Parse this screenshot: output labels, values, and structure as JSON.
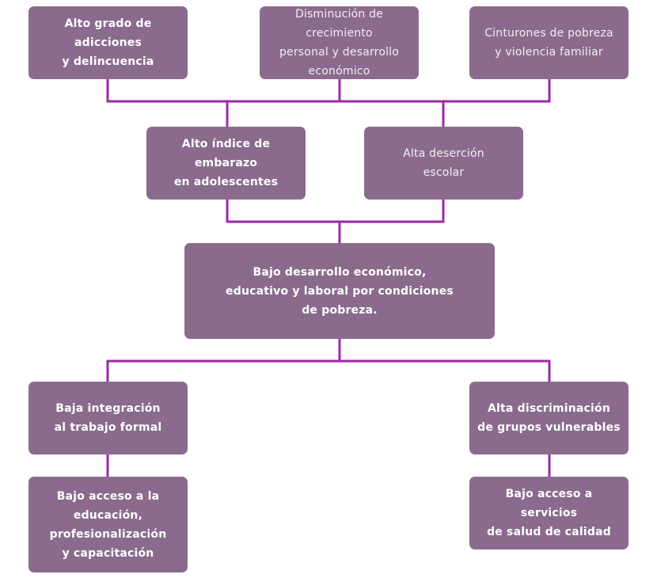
{
  "colors": {
    "node_fill": "#8a6b8e",
    "connector": "#9b2aa8",
    "text": "#ffffff"
  },
  "nodes": {
    "top_left": "Alto grado de adicciones\ny delincuencia",
    "top_mid": "Disminución de crecimiento\npersonal y desarrollo\neconómico",
    "top_right": "Cinturones de pobreza\ny violencia familiar",
    "mid_left": "Alto índice de embarazo\nen adolescentes",
    "mid_right": "Alta deserción\nescolar",
    "center": "Bajo desarrollo económico,\neducativo y laboral por condiciones\nde pobreza.",
    "bottom_left_1": "Baja integración\nal trabajo formal",
    "bottom_left_2": "Bajo acceso a la\neducación,\nprofesionalización\ny capacitación",
    "bottom_right_1": "Alta discriminación\nde grupos vulnerables",
    "bottom_right_2": "Bajo acceso a servicios\nde salud de calidad"
  }
}
